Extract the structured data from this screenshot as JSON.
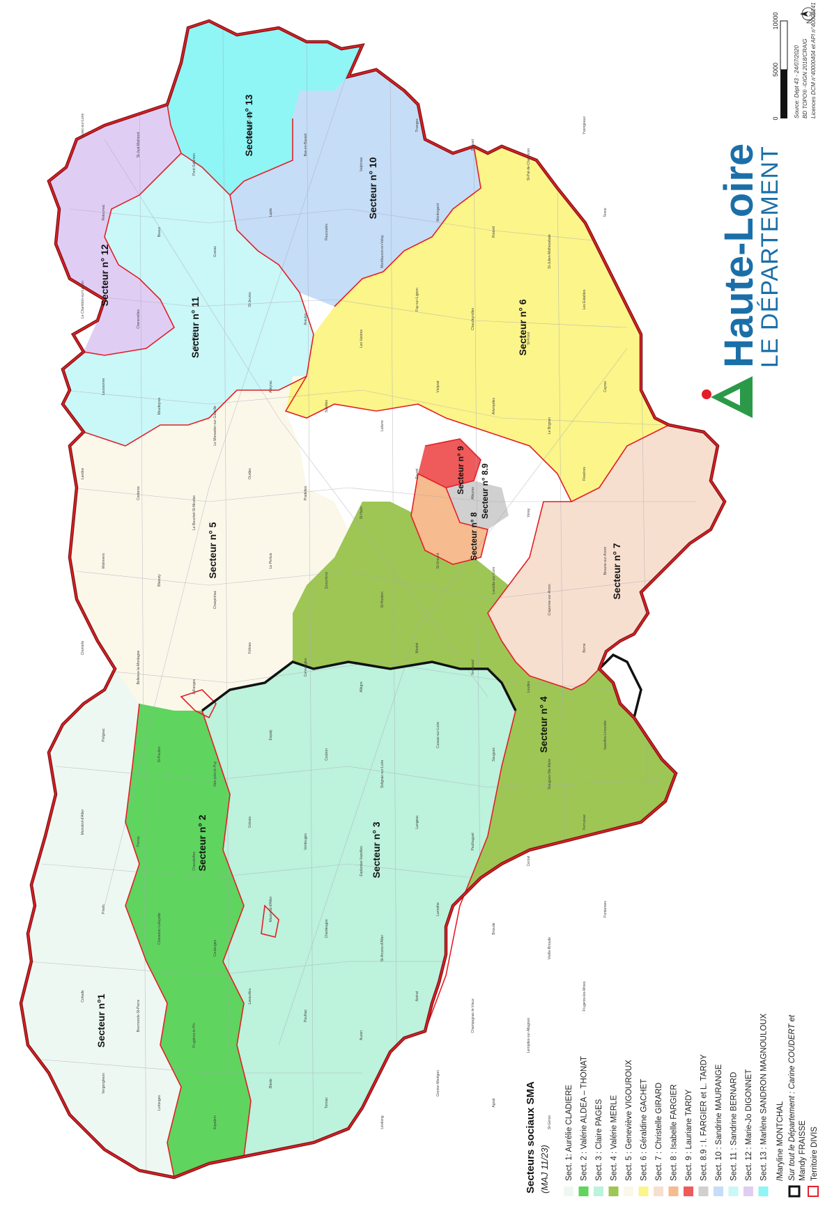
{
  "legend": {
    "title": "Secteurs sociaux SMA",
    "subtitle": "(MAJ 11/23)",
    "items": [
      {
        "color": "#eef8f2",
        "text": "Sect. 1: Aurélie CLADIERE"
      },
      {
        "color": "#5fd45f",
        "text": "Sect. 2 : Valérie ALDEA – THONAT"
      },
      {
        "color": "#bdf2dc",
        "text": "Sect. 3 : Claire PAGES"
      },
      {
        "color": "#9dc655",
        "text": "Sect. 4 : Valérie MERLE"
      },
      {
        "color": "#fbf8ea",
        "text": "Sect. 5 : Geneviève VIGOUROUX"
      },
      {
        "color": "#fbf58a",
        "text": "Sect. 6 : Géraldine GACHET"
      },
      {
        "color": "#f7dfcf",
        "text": "Sect. 7 : Christelle GIRARD"
      },
      {
        "color": "#f6bb8e",
        "text": "Sect. 8 : Isabelle FARGIER"
      },
      {
        "color": "#ef5a5a",
        "text": "Sect. 9 : Lauriane TARDY"
      },
      {
        "color": "#d0d0d0",
        "text": "Sect. 8.9 : I. FARGIER et L. TARDY"
      },
      {
        "color": "#c5ddf6",
        "text": "Sect. 10 : Sandrine MAURANGE"
      },
      {
        "color": "#caf7f7",
        "text": "Sect. 11 : Sandrine BERNARD"
      },
      {
        "color": "#e0cdf4",
        "text": "Sect. 12 : Marie-Jo DIGONNET"
      },
      {
        "color": "#8ff5f5",
        "text": "Sect. 13 : Marlène SANDRON MAGNOULOUX"
      }
    ],
    "item13_cont": "/Maryline MONTCHAL",
    "dept_line1": "Sur tout le Département : Carine COUDERT et",
    "dept_line2": "Mandy FRAISSE",
    "territoire": "Territoire DIVIS"
  },
  "sectors": [
    {
      "id": "s1",
      "label": "Secteur n°1",
      "color": "#eef8f2"
    },
    {
      "id": "s2",
      "label": "Secteur n° 2",
      "color": "#5fd45f"
    },
    {
      "id": "s3",
      "label": "Secteur n° 3",
      "color": "#bdf2dc"
    },
    {
      "id": "s4",
      "label": "Secteur n° 4",
      "color": "#9dc655"
    },
    {
      "id": "s5",
      "label": "Secteur n° 5",
      "color": "#fbf8ea"
    },
    {
      "id": "s6",
      "label": "Secteur n° 6",
      "color": "#fbf58a"
    },
    {
      "id": "s7",
      "label": "Secteur n° 7",
      "color": "#f7dfcf"
    },
    {
      "id": "s8",
      "label": "Secteur n° 8",
      "color": "#f6bb8e"
    },
    {
      "id": "s9",
      "label": "Secteur n° 9",
      "color": "#ef5a5a"
    },
    {
      "id": "s89",
      "label": "Secteur n° 8.9",
      "color": "#d0d0d0"
    },
    {
      "id": "s10",
      "label": "Secteur n° 10",
      "color": "#c5ddf6"
    },
    {
      "id": "s11",
      "label": "Secteur n° 11",
      "color": "#caf7f7"
    },
    {
      "id": "s12",
      "label": "Secteur n° 12",
      "color": "#e0cdf4"
    },
    {
      "id": "s13",
      "label": "Secteur n° 13",
      "color": "#8ff5f5"
    }
  ],
  "communes": [
    "Aurec-sur-Loire",
    "St-Just-Malmont",
    "Pont-Salomon",
    "Monistrol-sur-Loire",
    "Bas-en-Basset",
    "Valprivas",
    "Tiranges",
    "Boisset",
    "St-Pal-de-Chalencon",
    "Yssingeaux",
    "Retournac",
    "Beaux",
    "Grazac",
    "Lapte",
    "Raucoules",
    "Montfaucon-en-Velay",
    "Montregard",
    "Riotord",
    "St-Julien-Molhesabate",
    "Tence",
    "Le Chambon-sur-Lignon",
    "Chenereilles",
    "Mazet-St-Voy",
    "St-Jeures",
    "Araules",
    "Les Vastres",
    "Fay-sur-Lignon",
    "Chaudeyrolles",
    "St-Front",
    "Les Estables",
    "Laussonne",
    "Moudeyres",
    "Le Monastier-sur-Gazeille",
    "Alleyrac",
    "Salettes",
    "Lafarre",
    "Vielprat",
    "Arlempdes",
    "Le Brignon",
    "Cayres",
    "Landos",
    "Costaros",
    "Le Bouchet-St-Nicolas",
    "Ouides",
    "Pradelles",
    "St-Haon",
    "Rauret",
    "Alleyras",
    "Vorey",
    "Rosières",
    "Malrevers",
    "Blavozy",
    "Chaspinhac",
    "Le Pertuis",
    "Queyrières",
    "St-Hostien",
    "St-Vincent",
    "Lavoûte-sur-Loire",
    "Craponne-sur-Arzon",
    "Beaune-sur-Arzon",
    "Chomelix",
    "Bellevue-la-Montagne",
    "Jullianges",
    "Félines",
    "Connangles",
    "Allègre",
    "Monlet",
    "Vernassal",
    "Loudes",
    "Borne",
    "Polignac",
    "St-Paulien",
    "Vals-près-le-Puy",
    "Espaly",
    "Coubon",
    "Solignac-sur-Loire",
    "Cussac-sur-Loire",
    "Saugues",
    "Siaugues-Ste-Marie",
    "Vazeilles-Limandre",
    "Monistrol-d'Allier",
    "Thoras",
    "Chanaleilles",
    "Grèzes",
    "Venteuges",
    "Esplantas-Vazeilles",
    "Langeac",
    "Paulhaguet",
    "Cerzat",
    "Ferrussac",
    "Pinols",
    "Chavaniac-Lafayette",
    "Couteuges",
    "Mazeyrat-d'Allier",
    "Chanteuges",
    "St-Arcons-d'Allier",
    "Lamothe",
    "Brioude",
    "Vieille-Brioude",
    "Fontannes",
    "Cohade",
    "Bournoncle-St-Pierre",
    "Frugières-le-Pin",
    "Lavaudieu",
    "Paulhac",
    "Auzon",
    "Azérat",
    "Champagnac-le-Vieux",
    "Lempdes-sur-Allagnon",
    "Frugerès-les-Mines",
    "Vergongheon",
    "Lorlanges",
    "Espalem",
    "Blesle",
    "Torsiac",
    "Léotoing",
    "Grenier-Montgon",
    "Agnat",
    "St-Géron"
  ],
  "logo": {
    "main": "Haute-Loire",
    "sub": "LE DÉPARTEMENT"
  },
  "scale": {
    "ticks": [
      "0",
      "5000",
      "10000"
    ]
  },
  "source": {
    "line1": "Source: Dépt 43 - 24/07/2020",
    "line2": "BD TOPO® -©IGN 2018/CRAIG",
    "line3": "Licences DCM n°40000404 et API n°40000141"
  },
  "north": "N"
}
